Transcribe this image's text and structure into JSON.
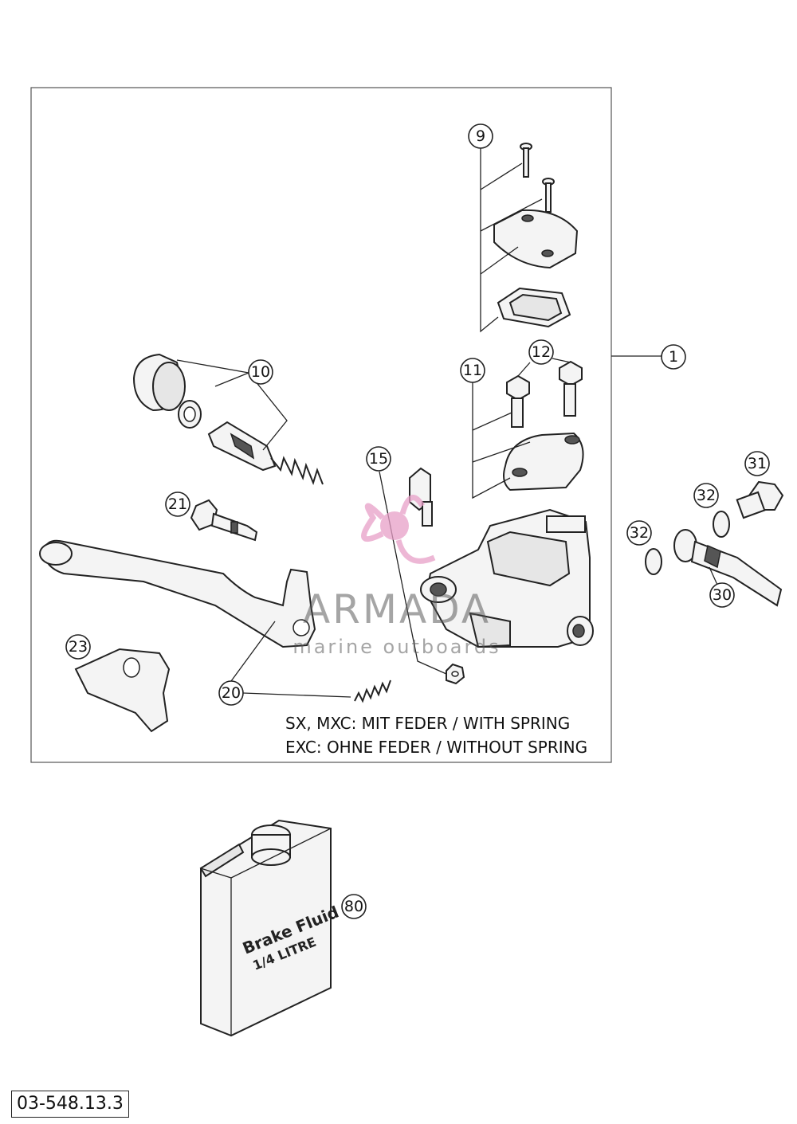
{
  "callouts": [
    {
      "label": "1"
    },
    {
      "label": "9"
    },
    {
      "label": "10"
    },
    {
      "label": "11"
    },
    {
      "label": "12"
    },
    {
      "label": "15"
    },
    {
      "label": "20"
    },
    {
      "label": "21"
    },
    {
      "label": "23"
    },
    {
      "label": "30"
    },
    {
      "label": "31"
    },
    {
      "label": "32"
    },
    {
      "label": "32"
    },
    {
      "label": "80"
    }
  ],
  "notes": {
    "line1": "SX, MXC: MIT FEDER / WITH SPRING",
    "line2": "EXC: OHNE FEDER / WITHOUT SPRING"
  },
  "watermark": {
    "brand": "ARMADA",
    "tagline": "marine outboards",
    "logo_color": "#e8a0c8"
  },
  "bottle": {
    "line1": "Brake Fluid",
    "line2": "1/4 LITRE"
  },
  "reference_code": "03-548.13.3"
}
